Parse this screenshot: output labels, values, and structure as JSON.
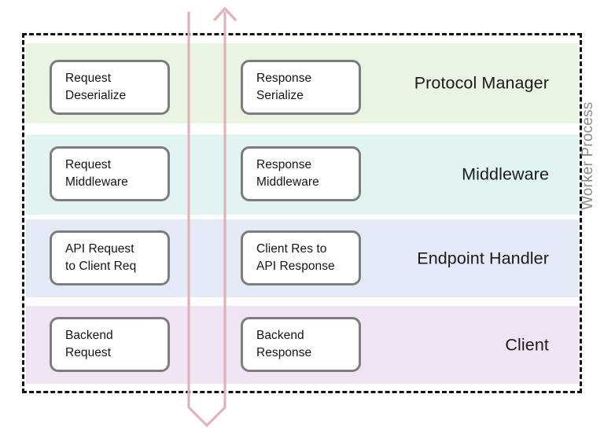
{
  "diagram": {
    "container_label": "Worker Process",
    "lanes": [
      {
        "label": "Protocol Manager",
        "color": "#eaf4e2",
        "left_node": "Request\nDeserialize",
        "right_node": "Response\nSerialize"
      },
      {
        "label": "Middleware",
        "color": "#e2f4f1",
        "left_node": "Request\nMiddleware",
        "right_node": "Response\nMiddleware"
      },
      {
        "label": "Endpoint Handler",
        "color": "#e4e9f6",
        "left_node": "API Request\nto Client Req",
        "right_node": "Client Res to\nAPI Response"
      },
      {
        "label": "Client",
        "color": "#f0e4f4",
        "left_node": "Backend\nRequest",
        "right_node": "Backend\nResponse"
      }
    ],
    "arrows": [
      {
        "name": "request-flow-down-arrow",
        "direction": "down",
        "color": "#e0b3b8"
      },
      {
        "name": "response-flow-up-arrow",
        "direction": "up",
        "color": "#e0b3b8"
      }
    ],
    "colors": {
      "node_border": "#7d7d7d",
      "node_fill": "#ffffff",
      "container_border": "#111111",
      "arrow": "#e0b3b8",
      "label_text": "#1b1b1b",
      "container_label_text": "#8b8b8b",
      "background": "#ffffff"
    }
  }
}
